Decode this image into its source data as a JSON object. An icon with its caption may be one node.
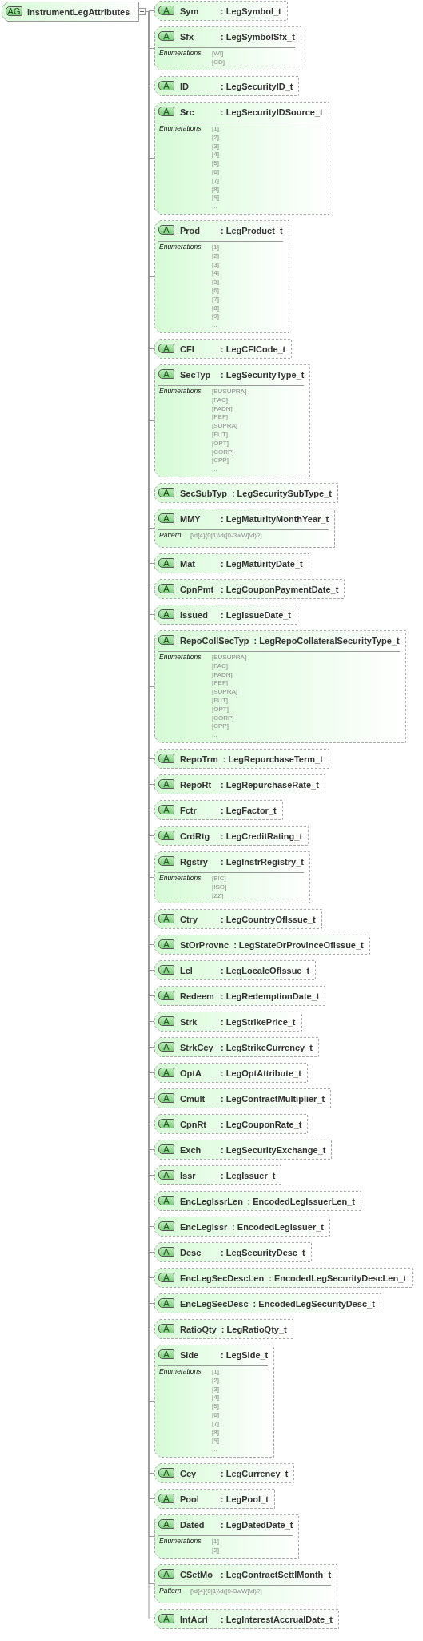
{
  "diagram": {
    "nodes": [
      {
        "text": [
          "AG",
          "InstrumentLegAttributes"
        ]
      },
      {
        "text": [
          "A",
          "Sym",
          ": LegSymbol_t"
        ]
      },
      {
        "text": [
          "A",
          "Sfx",
          ": LegSymbolSfx_t",
          "Enumerations",
          "[WI]",
          "[CD]"
        ]
      },
      {
        "text": [
          "A",
          "ID",
          ": LegSecurityID_t"
        ]
      },
      {
        "text": [
          "A",
          "Src",
          ": LegSecurityIDSource_t",
          "Enumerations",
          "[1]",
          "[2]",
          "[3]",
          "[4]",
          "[5]",
          "[6]",
          "[7]",
          "[8]",
          "[9]",
          "..."
        ]
      },
      {
        "text": [
          "A",
          "Prod",
          ": LegProduct_t",
          "Enumerations",
          "[1]",
          "[2]",
          "[3]",
          "[4]",
          "[5]",
          "[6]",
          "[7]",
          "[8]",
          "[9]",
          "..."
        ]
      },
      {
        "text": [
          "A",
          "CFI",
          ": LegCFICode_t"
        ]
      },
      {
        "text": [
          "A",
          "SecTyp",
          ": LegSecurityType_t",
          "Enumerations",
          "[EUSUPRA]",
          "[FAC]",
          "[FADN]",
          "[PEF]",
          "[SUPRA]",
          "[FUT]",
          "[OPT]",
          "[CORP]",
          "[CPP]",
          "..."
        ]
      },
      {
        "text": [
          "A",
          "SecSubTyp",
          ": LegSecuritySubType_t"
        ]
      },
      {
        "text": [
          "A",
          "MMY",
          ": LegMaturityMonthYear_t",
          "Pattern",
          "[\\d{4}(0|1)\\d([0-3wW]\\d)?]"
        ]
      },
      {
        "text": [
          "A",
          "Mat",
          ": LegMaturityDate_t"
        ]
      },
      {
        "text": [
          "A",
          "CpnPmt",
          ": LegCouponPaymentDate_t"
        ]
      },
      {
        "text": [
          "A",
          "Issued",
          ": LegIssueDate_t"
        ]
      },
      {
        "text": [
          "A",
          "RepoCollSecTyp",
          ": LegRepoCollateralSecurityType_t",
          "Enumerations",
          "[EUSUPRA]",
          "[FAC]",
          "[FADN]",
          "[PEF]",
          "[SUPRA]",
          "[FUT]",
          "[OPT]",
          "[CORP]",
          "[CPP]",
          "..."
        ]
      },
      {
        "text": [
          "A",
          "RepoTrm",
          ": LegRepurchaseTerm_t"
        ]
      },
      {
        "text": [
          "A",
          "RepoRt",
          ": LegRepurchaseRate_t"
        ]
      },
      {
        "text": [
          "A",
          "Fctr",
          ": LegFactor_t"
        ]
      },
      {
        "text": [
          "A",
          "CrdRtg",
          ": LegCreditRating_t"
        ]
      },
      {
        "text": [
          "A",
          "Rgstry",
          ": LegInstrRegistry_t",
          "Enumerations",
          "[BIC]",
          "[ISO]",
          "[ZZ]"
        ]
      },
      {
        "text": [
          "A",
          "Ctry",
          ": LegCountryOfIssue_t"
        ]
      },
      {
        "text": [
          "A",
          "StOrProvnc",
          ": LegStateOrProvinceOfIssue_t"
        ]
      },
      {
        "text": [
          "A",
          "Lcl",
          ": LegLocaleOfIssue_t"
        ]
      },
      {
        "text": [
          "A",
          "Redeem",
          ": LegRedemptionDate_t"
        ]
      },
      {
        "text": [
          "A",
          "Strk",
          ": LegStrikePrice_t"
        ]
      },
      {
        "text": [
          "A",
          "StrkCcy",
          ": LegStrikeCurrency_t"
        ]
      },
      {
        "text": [
          "A",
          "OptA",
          ": LegOptAttribute_t"
        ]
      },
      {
        "text": [
          "A",
          "Cmult",
          ": LegContractMultiplier_t"
        ]
      },
      {
        "text": [
          "A",
          "CpnRt",
          ": LegCouponRate_t"
        ]
      },
      {
        "text": [
          "A",
          "Exch",
          ": LegSecurityExchange_t"
        ]
      },
      {
        "text": [
          "A",
          "Issr",
          ": LegIssuer_t"
        ]
      },
      {
        "text": [
          "A",
          "EncLegIssrLen",
          ": EncodedLegIssuerLen_t"
        ]
      },
      {
        "text": [
          "A",
          "EncLegIssr",
          ": EncodedLegIssuer_t"
        ]
      },
      {
        "text": [
          "A",
          "Desc",
          ": LegSecurityDesc_t"
        ]
      },
      {
        "text": [
          "A",
          "EncLegSecDescLen",
          ": EncodedLegSecurityDescLen_t"
        ]
      },
      {
        "text": [
          "A",
          "EncLegSecDesc",
          ": EncodedLegSecurityDesc_t"
        ]
      },
      {
        "text": [
          "A",
          "RatioQty",
          ": LegRatioQty_t"
        ]
      },
      {
        "text": [
          "A",
          "Side",
          ": LegSide_t",
          "Enumerations",
          "[1]",
          "[2]",
          "[3]",
          "[4]",
          "[5]",
          "[6]",
          "[7]",
          "[8]",
          "[9]",
          "..."
        ]
      },
      {
        "text": [
          "A",
          "Ccy",
          ": LegCurrency_t"
        ]
      },
      {
        "text": [
          "A",
          "Pool",
          ": LegPool_t"
        ]
      },
      {
        "text": [
          "A",
          "Dated",
          ": LegDatedDate_t",
          "Enumerations",
          "[1]",
          "[2]"
        ]
      },
      {
        "text": [
          "A",
          "CSetMo",
          ": LegContractSettlMonth_t",
          "Pattern",
          "[\\d{4}(0|1)\\d([0-3wW]\\d)?]"
        ]
      },
      {
        "text": [
          "A",
          "IntAcrl",
          ": LegInterestAccrualDate_t"
        ]
      }
    ],
    "edges": [
      {
        "from": 0,
        "to": 1,
        "arrow": "none"
      },
      {
        "from": 0,
        "to": 2,
        "arrow": "none"
      },
      {
        "from": 0,
        "to": 3,
        "arrow": "none"
      },
      {
        "from": 0,
        "to": 4,
        "arrow": "none"
      },
      {
        "from": 0,
        "to": 5,
        "arrow": "none"
      },
      {
        "from": 0,
        "to": 6,
        "arrow": "none"
      },
      {
        "from": 0,
        "to": 7,
        "arrow": "none"
      },
      {
        "from": 0,
        "to": 8,
        "arrow": "none"
      },
      {
        "from": 0,
        "to": 9,
        "arrow": "none"
      },
      {
        "from": 0,
        "to": 10,
        "arrow": "none"
      },
      {
        "from": 0,
        "to": 11,
        "arrow": "none"
      },
      {
        "from": 0,
        "to": 12,
        "arrow": "none"
      },
      {
        "from": 0,
        "to": 13,
        "arrow": "none"
      },
      {
        "from": 0,
        "to": 14,
        "arrow": "none"
      },
      {
        "from": 0,
        "to": 15,
        "arrow": "none"
      },
      {
        "from": 0,
        "to": 16,
        "arrow": "none"
      },
      {
        "from": 0,
        "to": 17,
        "arrow": "none"
      },
      {
        "from": 0,
        "to": 18,
        "arrow": "none"
      },
      {
        "from": 0,
        "to": 19,
        "arrow": "none"
      },
      {
        "from": 0,
        "to": 20,
        "arrow": "none"
      },
      {
        "from": 0,
        "to": 21,
        "arrow": "none"
      },
      {
        "from": 0,
        "to": 22,
        "arrow": "none"
      },
      {
        "from": 0,
        "to": 23,
        "arrow": "none"
      },
      {
        "from": 0,
        "to": 24,
        "arrow": "none"
      },
      {
        "from": 0,
        "to": 25,
        "arrow": "none"
      },
      {
        "from": 0,
        "to": 26,
        "arrow": "none"
      },
      {
        "from": 0,
        "to": 27,
        "arrow": "none"
      },
      {
        "from": 0,
        "to": 28,
        "arrow": "none"
      },
      {
        "from": 0,
        "to": 29,
        "arrow": "none"
      },
      {
        "from": 0,
        "to": 30,
        "arrow": "none"
      },
      {
        "from": 0,
        "to": 31,
        "arrow": "none"
      },
      {
        "from": 0,
        "to": 32,
        "arrow": "none"
      },
      {
        "from": 0,
        "to": 33,
        "arrow": "none"
      },
      {
        "from": 0,
        "to": 34,
        "arrow": "none"
      },
      {
        "from": 0,
        "to": 35,
        "arrow": "none"
      },
      {
        "from": 0,
        "to": 36,
        "arrow": "none"
      },
      {
        "from": 0,
        "to": 37,
        "arrow": "none"
      },
      {
        "from": 0,
        "to": 38,
        "arrow": "none"
      },
      {
        "from": 0,
        "to": 39,
        "arrow": "none"
      },
      {
        "from": 0,
        "to": 40,
        "arrow": "none"
      },
      {
        "from": 0,
        "to": 41,
        "arrow": "none"
      }
    ]
  }
}
